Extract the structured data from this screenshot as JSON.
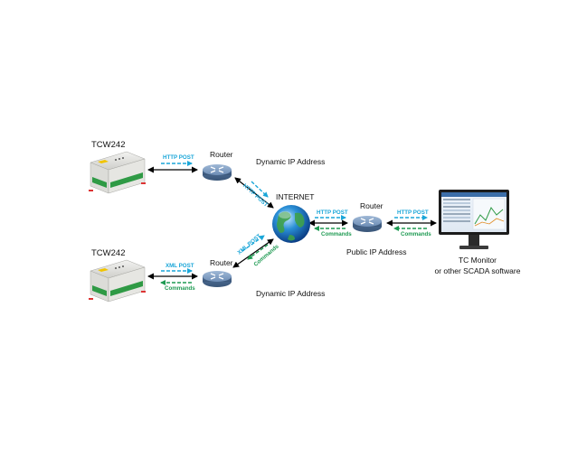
{
  "devices": {
    "tcw_top": "TCW242",
    "tcw_bottom": "TCW242"
  },
  "routers": {
    "top": "Router",
    "bottom": "Router",
    "right": "Router"
  },
  "addresses": {
    "dynamic_top": "Dynamic IP Address",
    "dynamic_bottom": "Dynamic IP Address",
    "public": "Public IP Address"
  },
  "internet": "INTERNET",
  "monitor": {
    "line1": "TC Monitor",
    "line2": "or other SCADA software"
  },
  "links": {
    "top_left": "HTTP POST",
    "top_diag": "HTTP POST",
    "bottom_left_up": "XML POST",
    "bottom_left_down": "Commands",
    "bottom_diag_up": "XML POST",
    "bottom_diag_down": "Commands",
    "globe_router_up": "HTTP POST",
    "globe_router_down": "Commands",
    "router_monitor_up": "HTTP POST",
    "router_monitor_down": "Commands"
  },
  "colors": {
    "post": "#1aa6d8",
    "commands": "#1e9a52",
    "router": "#5c7ea6",
    "line": "#000000"
  }
}
